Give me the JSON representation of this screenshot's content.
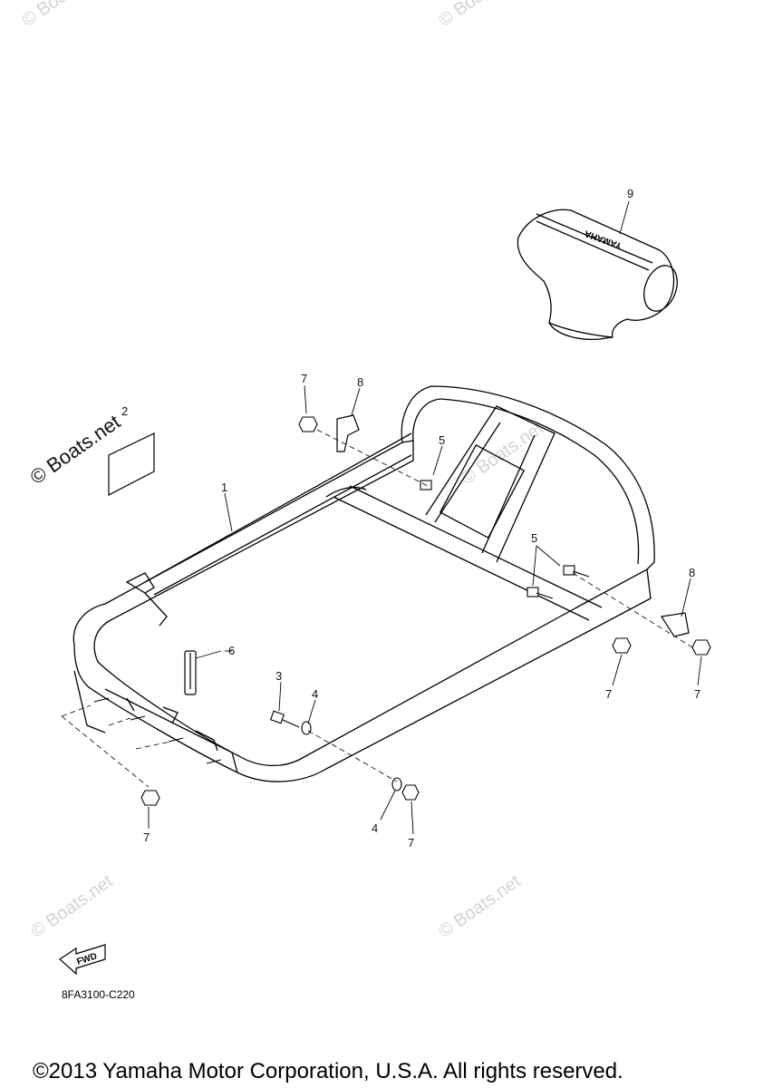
{
  "watermarks": {
    "faint": "© Boats.net",
    "strong": "© Boats.net"
  },
  "parts": [
    {
      "num": "1"
    },
    {
      "num": "2"
    },
    {
      "num": "3"
    },
    {
      "num": "4"
    },
    {
      "num": "5"
    },
    {
      "num": "6"
    },
    {
      "num": "7"
    },
    {
      "num": "8"
    },
    {
      "num": "9"
    }
  ],
  "seat_logo": "YAMAHA",
  "fwd_label": "FWD",
  "diagram_code": "8FA3100-C220",
  "copyright": "©2013 Yamaha Motor Corporation, U.S.A. All rights reserved."
}
